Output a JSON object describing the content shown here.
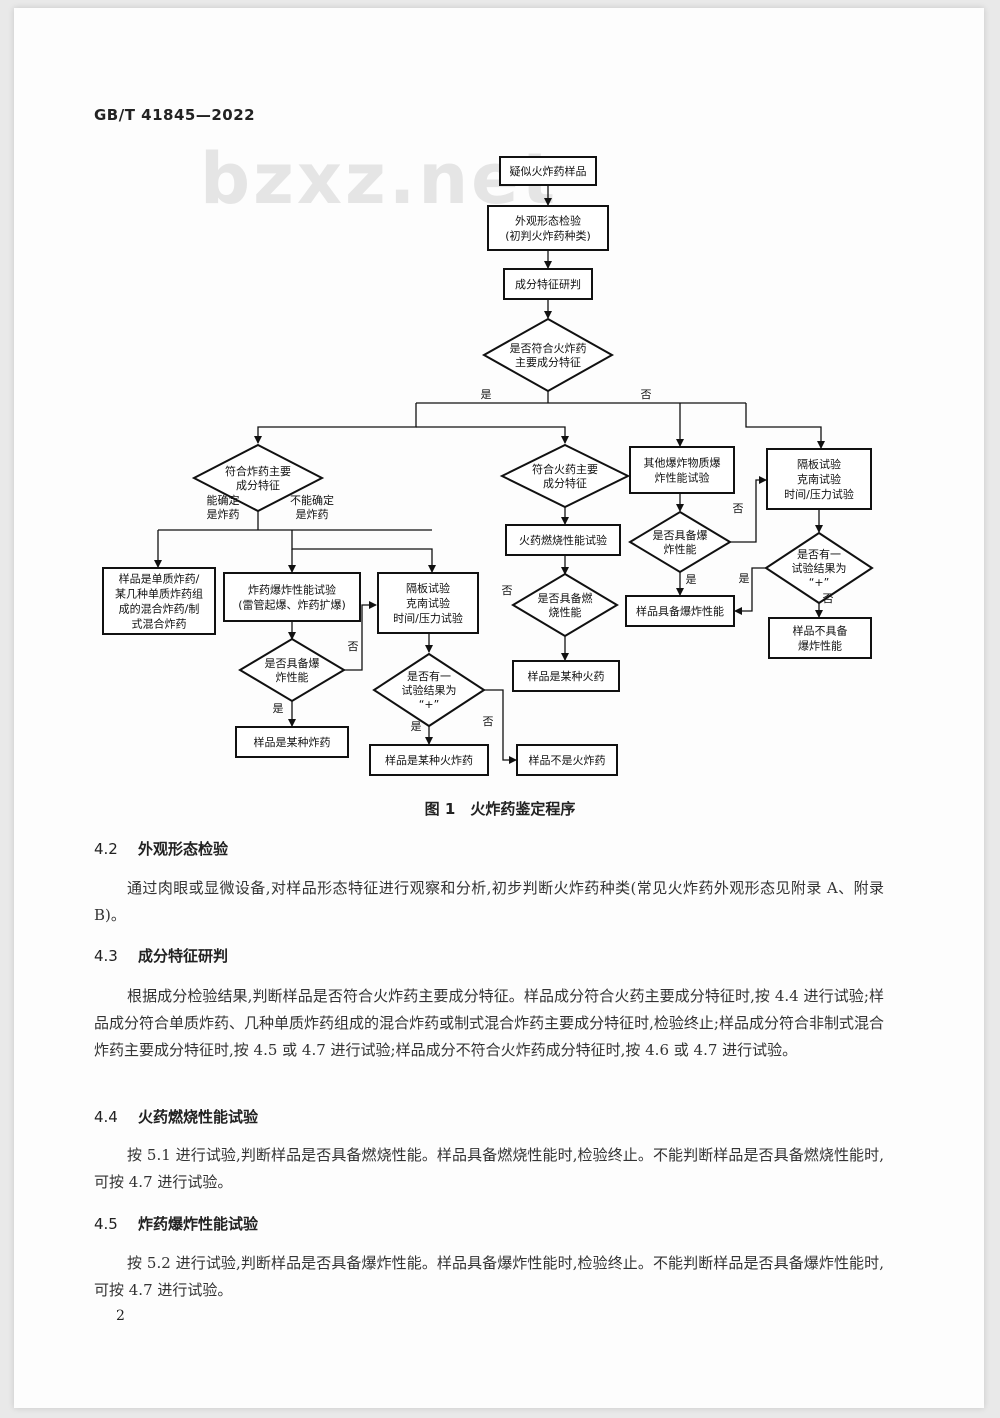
{
  "header": {
    "standard_number": "GB/T 41845—2022"
  },
  "watermark": "bzxz.net",
  "flowchart": {
    "start": [
      "疑似火炸药样品"
    ],
    "appearance": [
      "外观形态检验",
      "(初判火炸药种类)"
    ],
    "component": [
      "成分特征研判"
    ],
    "decision_main": [
      "是否符合火炸药",
      "主要成分特征"
    ],
    "yes": "是",
    "no": "否",
    "explosive_decision": [
      "符合炸药主要",
      "成分特征"
    ],
    "can_determine": [
      "能确定",
      "是炸药"
    ],
    "cannot_determine": [
      "不能确定",
      "是炸药"
    ],
    "single_explosive": [
      "样品是单质炸药/",
      "某几种单质炸药组",
      "成的混合炸药/制",
      "式混合炸药"
    ],
    "blast_test": [
      "炸药爆炸性能试验",
      "(雷管起爆、炸药扩爆)"
    ],
    "blast_decision": [
      "是否具备爆",
      "炸性能"
    ],
    "some_explosive": [
      "样品是某种炸药"
    ],
    "gap_test_mid": [
      "隔板试验",
      "克南试验",
      "时间/压力试验"
    ],
    "any_result_mid": [
      "是否有一",
      "试验结果为",
      "“+”"
    ],
    "some_pyro": [
      "样品是某种火炸药"
    ],
    "not_pyro": [
      "样品不是火炸药"
    ],
    "propellant_decision": [
      "符合火药主要",
      "成分特征"
    ],
    "burn_test": [
      "火药燃烧性能试验"
    ],
    "burn_decision": [
      "是否具备燃",
      "烧性能"
    ],
    "some_propellant": [
      "样品是某种火药"
    ],
    "other_blast_test": [
      "其他爆炸物质爆",
      "炸性能试验"
    ],
    "other_blast_decision": [
      "是否具备爆",
      "炸性能"
    ],
    "has_blast": [
      "样品具备爆炸性能"
    ],
    "gap_test_right": [
      "隔板试验",
      "克南试验",
      "时间/压力试验"
    ],
    "any_result_right": [
      "是否有一",
      "试验结果为",
      "“+”"
    ],
    "no_blast": [
      "样品不具备",
      "爆炸性能"
    ]
  },
  "figure_caption": "图 1　火炸药鉴定程序",
  "sections": [
    {
      "num": "4.2",
      "title": "外观形态检验",
      "body": "通过肉眼或显微设备,对样品形态特征进行观察和分析,初步判断火炸药种类(常见火炸药外观形态见附录 A、附录 B)。"
    },
    {
      "num": "4.3",
      "title": "成分特征研判",
      "body": "根据成分检验结果,判断样品是否符合火炸药主要成分特征。样品成分符合火药主要成分特征时,按 4.4 进行试验;样品成分符合单质炸药、几种单质炸药组成的混合炸药或制式混合炸药主要成分特征时,检验终止;样品成分符合非制式混合炸药主要成分特征时,按 4.5 或 4.7 进行试验;样品成分不符合火炸药成分特征时,按 4.6 或 4.7 进行试验。"
    },
    {
      "num": "4.4",
      "title": "火药燃烧性能试验",
      "body": "按 5.1 进行试验,判断样品是否具备燃烧性能。样品具备燃烧性能时,检验终止。不能判断样品是否具备燃烧性能时,可按 4.7 进行试验。"
    },
    {
      "num": "4.5",
      "title": "炸药爆炸性能试验",
      "body": "按 5.2 进行试验,判断样品是否具备爆炸性能。样品具备爆炸性能时,检验终止。不能判断样品是否具备爆炸性能时,可按 4.7 进行试验。"
    }
  ],
  "page_number": "2"
}
